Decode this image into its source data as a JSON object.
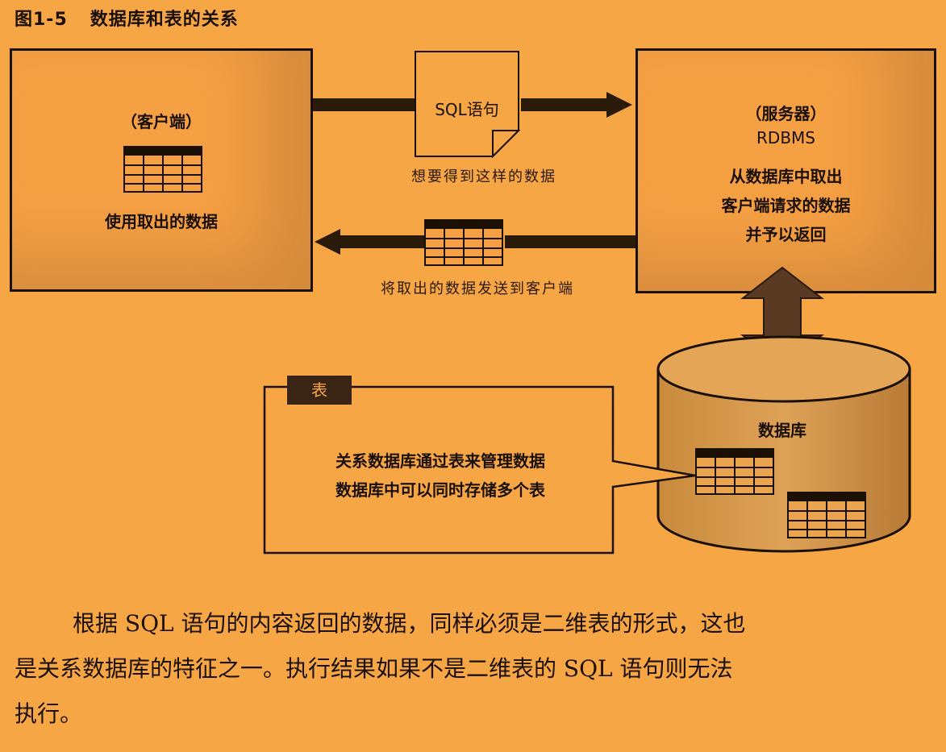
{
  "figure": {
    "number": "图1-5",
    "title": "数据库和表的关系"
  },
  "client": {
    "label": "（客户端）",
    "description": "使用取出的数据"
  },
  "server": {
    "label": "（服务器）",
    "rdbms": "RDBMS",
    "desc_line1": "从数据库中取出",
    "desc_line2": "客户端请求的数据",
    "desc_line3": "并予以返回"
  },
  "request": {
    "doc_label": "SQL语句",
    "caption": "想要得到这样的数据"
  },
  "response": {
    "caption": "将取出的数据发送到客户端"
  },
  "database": {
    "label": "数据库"
  },
  "table_note": {
    "tag": "表",
    "line1": "关系数据库通过表来管理数据",
    "line2": "数据库中可以同时存储多个表"
  },
  "paragraph": {
    "line1": "根据 SQL 语句的内容返回的数据，同样必须是二维表的形式，这也",
    "line2": "是关系数据库的特征之一。执行结果如果不是二维表的 SQL 语句则无法",
    "line3": "执行。"
  },
  "colors": {
    "background": "#f7a646",
    "ink": "#1a1006",
    "arrow_dark": "#2a1a0a",
    "arrow_brown": "#5a3a22"
  }
}
